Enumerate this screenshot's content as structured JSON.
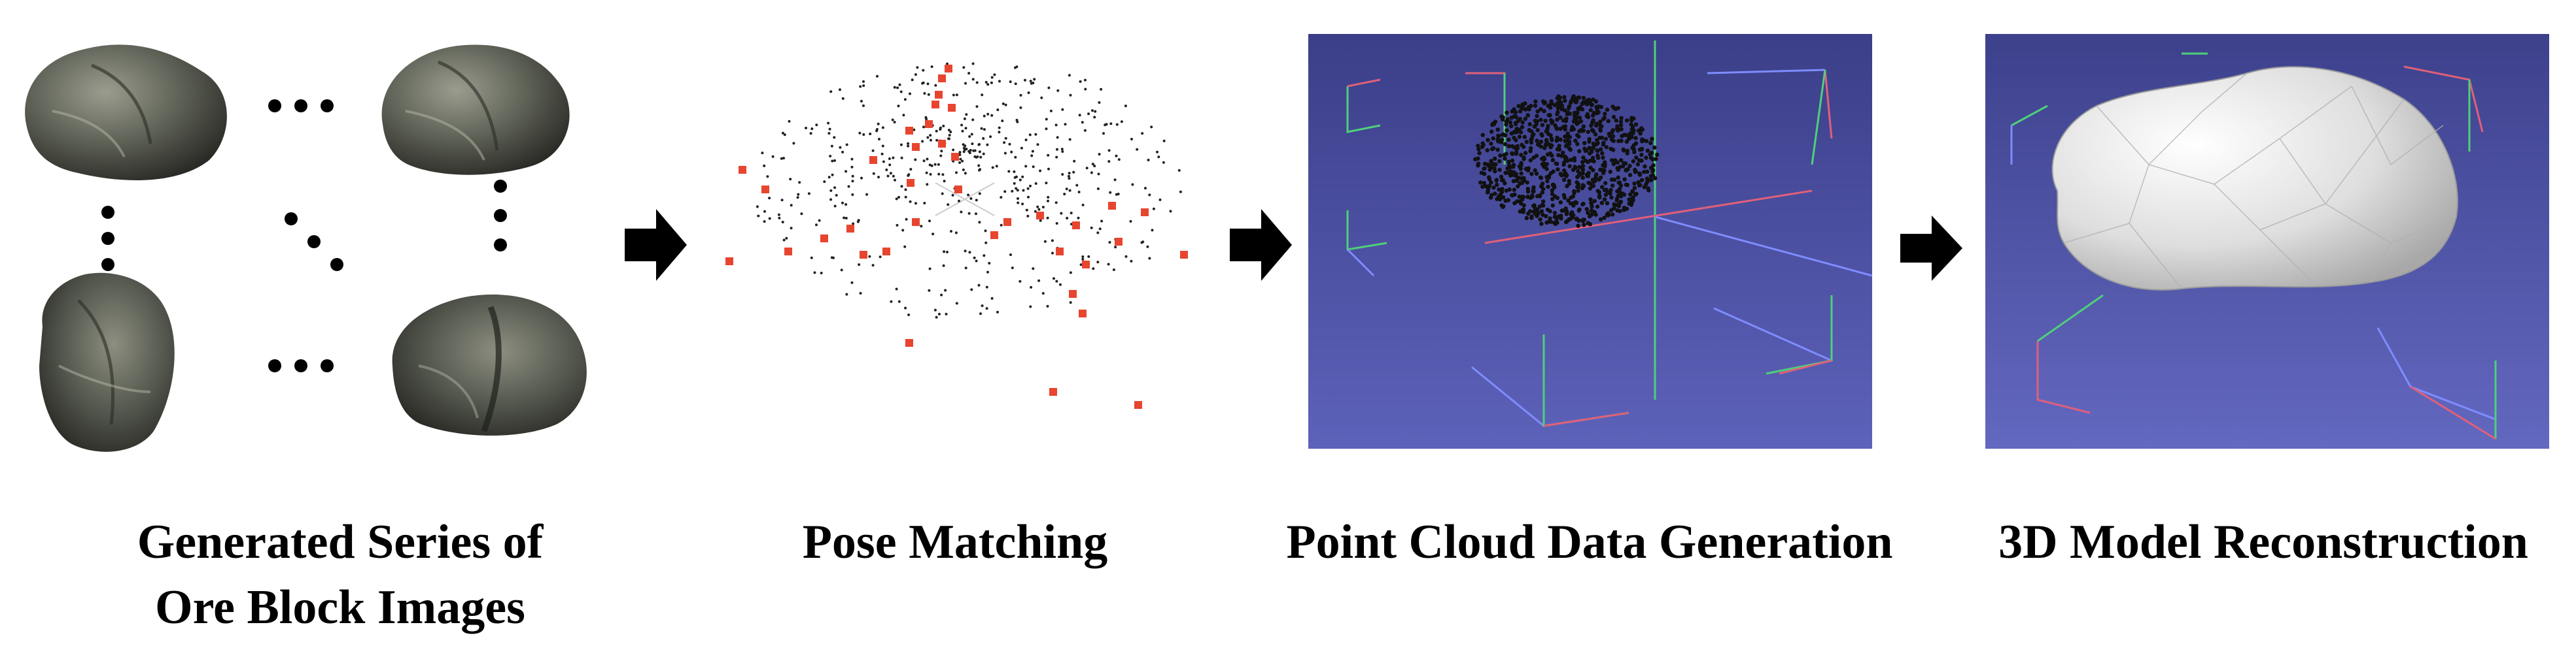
{
  "steps": [
    {
      "id": "images",
      "label_lines": [
        "Generated Series of",
        "Ore Block Images"
      ]
    },
    {
      "id": "pose",
      "label": "Pose Matching"
    },
    {
      "id": "cloud",
      "label": "Point Cloud Data Generation"
    },
    {
      "id": "model",
      "label": "3D Model Reconstruction"
    }
  ],
  "colors": {
    "rock_dark": "#3a3c34",
    "rock_light": "#8a8d7f",
    "camera_red": "#e8452f",
    "point_black": "#111111",
    "viewport_top": "#3c3f8a",
    "viewport_bottom": "#5a5fb8",
    "axis_green": "#4fd07a",
    "axis_red": "#e0607a",
    "axis_blue": "#7f8cff",
    "mesh_light": "#f2f2f2",
    "mesh_shadow": "#b9b9b9"
  },
  "icons": [
    "right-arrow-icon",
    "horizontal-ellipsis-icon",
    "vertical-ellipsis-icon",
    "diagonal-ellipsis-icon"
  ]
}
